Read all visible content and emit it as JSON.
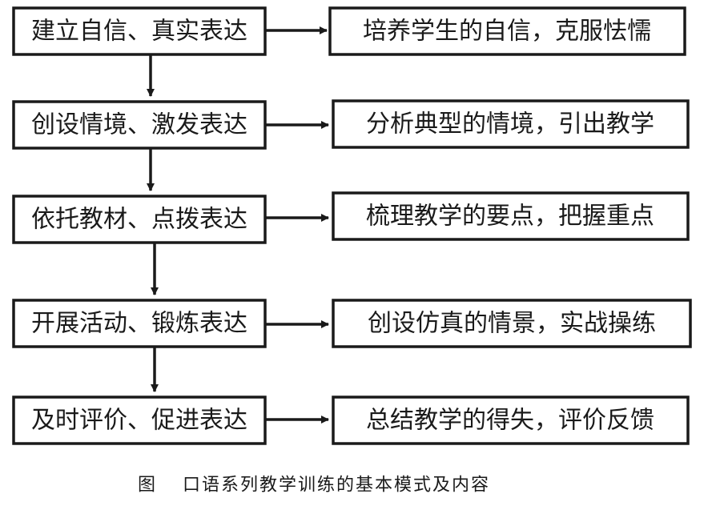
{
  "diagram": {
    "steps": [
      {
        "label": "建立自信、真实表达",
        "outcome": "培养学生的自信，克服怯懦"
      },
      {
        "label": "创设情境、激发表达",
        "outcome": "分析典型的情境，引出教学"
      },
      {
        "label": "依托教材、点拨表达",
        "outcome": "梳理教学的要点，把握重点"
      },
      {
        "label": "开展活动、锻炼表达",
        "outcome": "创设仿真的情景，实战操练"
      },
      {
        "label": "及时评价、促进表达",
        "outcome": "总结教学的得失，评价反馈"
      }
    ],
    "caption": {
      "prefix": "图",
      "title": "口语系列教学训练的基本模式及内容"
    }
  },
  "colors": {
    "stroke": "#1a1a1a",
    "text": "#1a1a1a",
    "background": "#ffffff"
  }
}
